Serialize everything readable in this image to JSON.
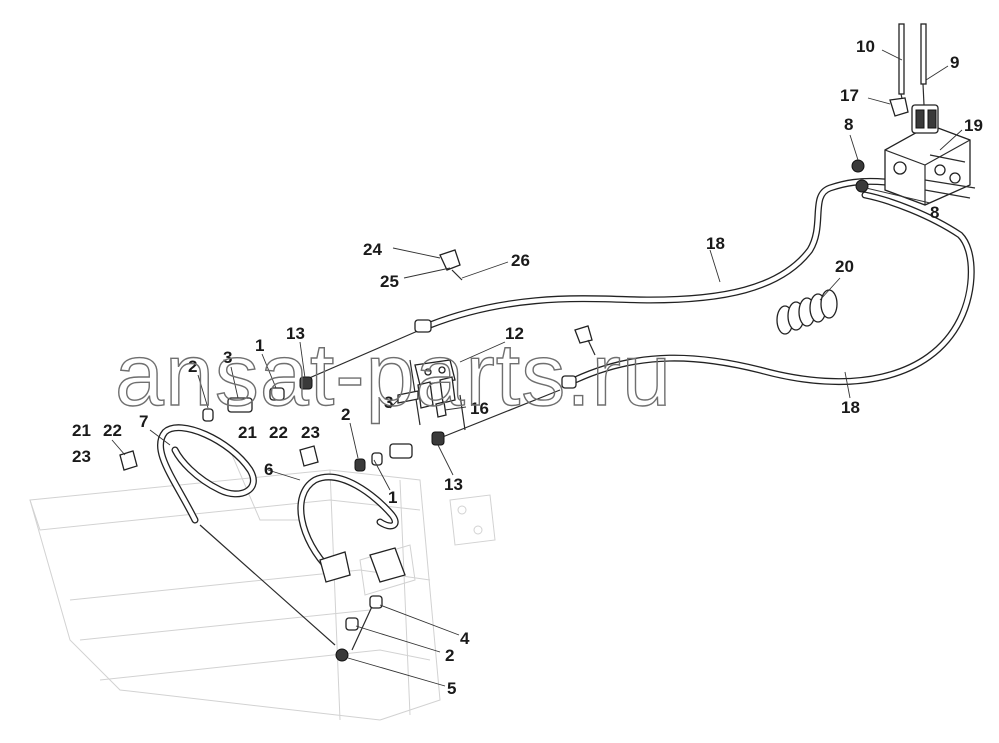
{
  "watermark": "ansat-parts.ru",
  "callouts": [
    "10",
    "9",
    "17",
    "8",
    "19",
    "8",
    "24",
    "26",
    "25",
    "18",
    "20",
    "13",
    "12",
    "1",
    "2",
    "3",
    "3",
    "16",
    "2",
    "21",
    "22",
    "23",
    "21",
    "22",
    "23",
    "7",
    "6",
    "1",
    "13",
    "18",
    "4",
    "2",
    "5"
  ]
}
